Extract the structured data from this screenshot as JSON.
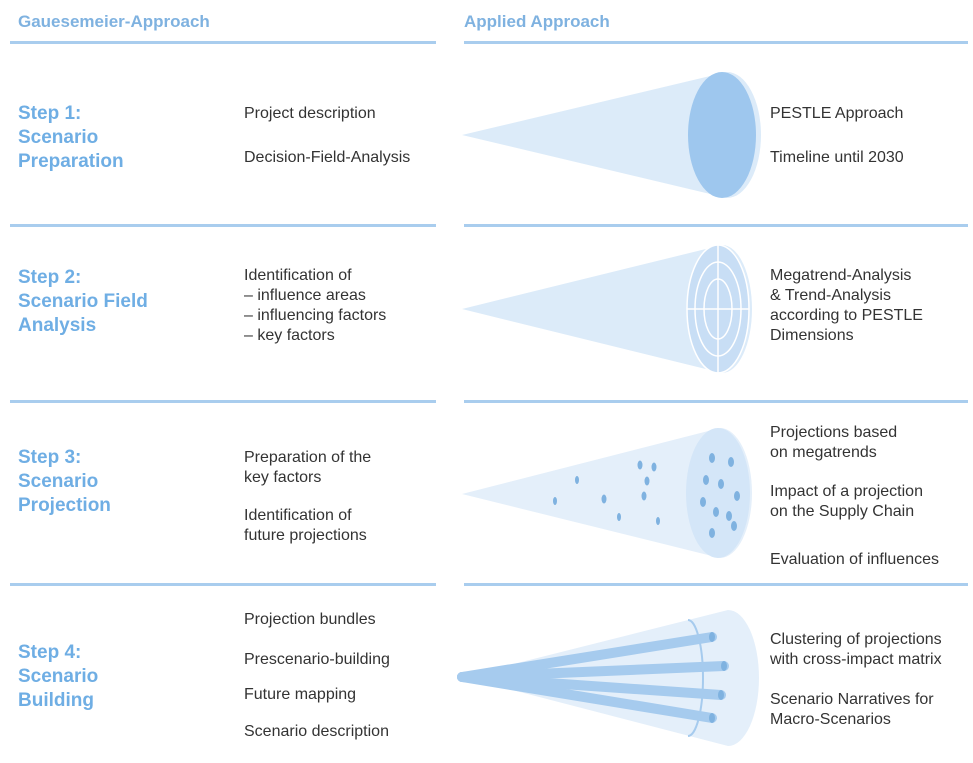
{
  "headers": {
    "left": "Gauesemeier-Approach",
    "right": "Applied Approach"
  },
  "steps": [
    {
      "title_lines": [
        "Step 1:",
        "Scenario",
        "Preparation"
      ],
      "gauesemeier": [
        [
          "Project description"
        ],
        [
          "Decision-Field-Analysis"
        ]
      ],
      "applied": [
        [
          "PESTLE Approach"
        ],
        [
          "Timeline until 2030"
        ]
      ]
    },
    {
      "title_lines": [
        "Step 2:",
        "Scenario Field",
        "Analysis"
      ],
      "gauesemeier": [
        [
          "Identification of",
          "– influence areas",
          "– influencing factors",
          "– key factors"
        ]
      ],
      "applied": [
        [
          "Megatrend-Analysis",
          "& Trend-Analysis",
          "according to PESTLE",
          "Dimensions"
        ]
      ]
    },
    {
      "title_lines": [
        "Step 3:",
        "Scenario",
        "Projection"
      ],
      "gauesemeier": [
        [
          "Preparation of the",
          "key factors"
        ],
        [
          "Identification of",
          "future projections"
        ]
      ],
      "applied": [
        [
          "Projections based",
          "on megatrends"
        ],
        [
          "Impact of a projection",
          "on the Supply Chain"
        ],
        [
          "Evaluation of influences"
        ]
      ]
    },
    {
      "title_lines": [
        "Step 4:",
        "Scenario",
        "Building"
      ],
      "gauesemeier": [
        [
          "Projection bundles"
        ],
        [
          "Prescenario-building"
        ],
        [
          "Future mapping"
        ],
        [
          "Scenario description"
        ]
      ],
      "applied": [
        [
          "Clustering of projections",
          "with cross-impact matrix"
        ],
        [
          "Scenario Narratives for",
          "Macro-Scenarios"
        ]
      ]
    }
  ],
  "colors": {
    "heading": "#6faee4",
    "line": "#a9cdee",
    "cone_fill": "#dcebf9",
    "disc_fill": "#9ec7ee",
    "dot": "#7fb2e0"
  }
}
